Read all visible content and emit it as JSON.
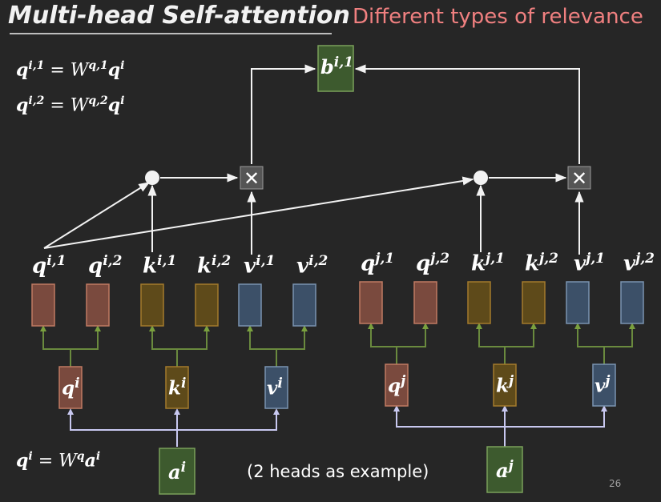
{
  "title": "Multi-head Self-attention",
  "subtitle": "Different types of relevance",
  "equations": {
    "eq1": {
      "lhs_base": "q",
      "lhs_sup": "i,1",
      "eq": " = ",
      "w_base": "W",
      "w_sup": "q,1",
      "rhs_base": "q",
      "rhs_sup": "i"
    },
    "eq2": {
      "lhs_base": "q",
      "lhs_sup": "i,2",
      "eq": " = ",
      "w_base": "W",
      "w_sup": "q,2",
      "rhs_base": "q",
      "rhs_sup": "i"
    },
    "eq3": {
      "lhs_base": "q",
      "lhs_sup": "i",
      "eq": " = ",
      "w_base": "W",
      "w_sup": "q",
      "rhs_base": "a",
      "rhs_sup": "i"
    }
  },
  "output_label": {
    "base": "b",
    "sup": "i,1"
  },
  "heads_i": [
    {
      "base": "q",
      "sup": "i,1"
    },
    {
      "base": "q",
      "sup": "i,2"
    },
    {
      "base": "k",
      "sup": "i,1"
    },
    {
      "base": "k",
      "sup": "i,2"
    },
    {
      "base": "v",
      "sup": "i,1"
    },
    {
      "base": "v",
      "sup": "i,2"
    }
  ],
  "heads_j": [
    {
      "base": "q",
      "sup": "j,1"
    },
    {
      "base": "q",
      "sup": "j,2"
    },
    {
      "base": "k",
      "sup": "j,1"
    },
    {
      "base": "k",
      "sup": "j,2"
    },
    {
      "base": "v",
      "sup": "j,1"
    },
    {
      "base": "v",
      "sup": "j,2"
    }
  ],
  "proj_i": [
    {
      "base": "q",
      "sup": "i"
    },
    {
      "base": "k",
      "sup": "i"
    },
    {
      "base": "v",
      "sup": "i"
    }
  ],
  "proj_j": [
    {
      "base": "q",
      "sup": "j"
    },
    {
      "base": "k",
      "sup": "j"
    },
    {
      "base": "v",
      "sup": "j"
    }
  ],
  "inputs": [
    {
      "base": "a",
      "sup": "i"
    },
    {
      "base": "a",
      "sup": "j"
    }
  ],
  "multiply_symbol": "✕",
  "note": "(2 heads as example)",
  "page_number": "26",
  "colors": {
    "q_fill": "#7a4a3e",
    "q_stroke": "#c07a62",
    "k_fill": "#5e4a1a",
    "k_stroke": "#a37a2c",
    "v_fill": "#3c5068",
    "v_stroke": "#7a93b0",
    "a_fill": "#3d5a2e",
    "a_stroke": "#7aa05a",
    "split_arrow": "#6a8a3e",
    "input_arrow": "#c8c8f0"
  }
}
